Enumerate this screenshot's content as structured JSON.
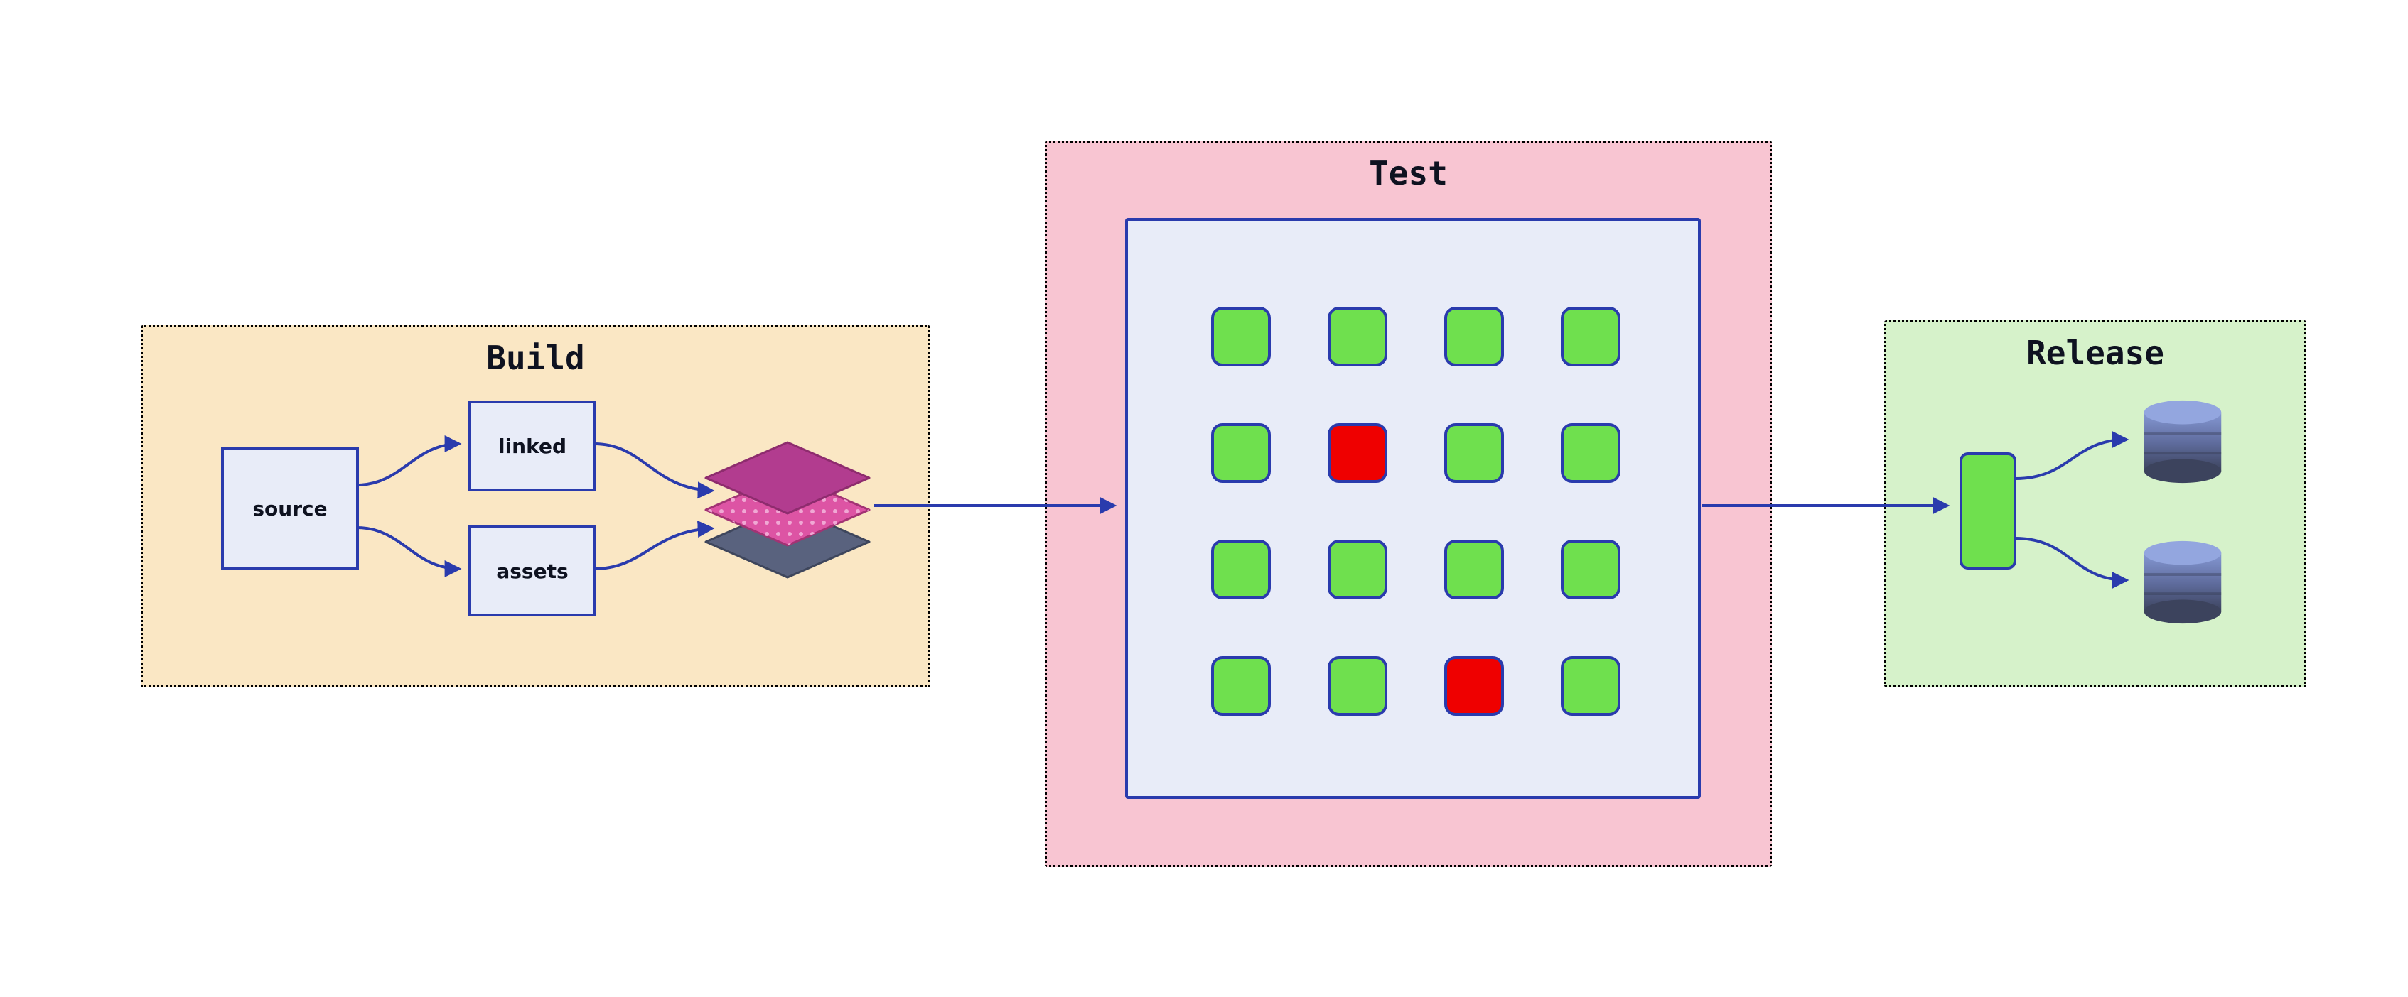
{
  "canvas": {
    "background": "#FFFFFF"
  },
  "sections": {
    "build": {
      "label": "Build",
      "background": "#FAE7C4"
    },
    "test": {
      "label": "Test",
      "background": "#F8C5D2"
    },
    "release": {
      "label": "Release",
      "background": "#D6F2CA"
    }
  },
  "build": {
    "source": {
      "label": "source"
    },
    "linked": {
      "label": "linked"
    },
    "assets": {
      "label": "assets"
    },
    "layers_icon": "layers-stack-icon"
  },
  "test": {
    "grid": {
      "rows": 4,
      "cols": 4,
      "cells": [
        "pass",
        "pass",
        "pass",
        "pass",
        "pass",
        "fail",
        "pass",
        "pass",
        "pass",
        "pass",
        "pass",
        "pass",
        "pass",
        "pass",
        "fail",
        "pass"
      ]
    }
  },
  "release": {
    "artifact_icon": "package-icon",
    "database_icons": [
      "database-icon",
      "database-icon"
    ]
  },
  "colors": {
    "node_bg": "#E8ECF8",
    "node_border": "#2A3BAD",
    "edge": "#2A3BAD",
    "ink": "#0E1220",
    "zone_border": "#000000",
    "pass_green": "#6FE04E",
    "fail_red": "#EF0000",
    "stack_top": "#B23C8F",
    "stack_mid": "#DD54A4",
    "stack_dot": "#F0A8D4",
    "stack_bottom": "#59627E",
    "db_top": "#93A6DF",
    "db_grad_light": "#8598D4",
    "db_grad_mid": "#5F6C9D",
    "db_grad_dark": "#3C435D"
  }
}
